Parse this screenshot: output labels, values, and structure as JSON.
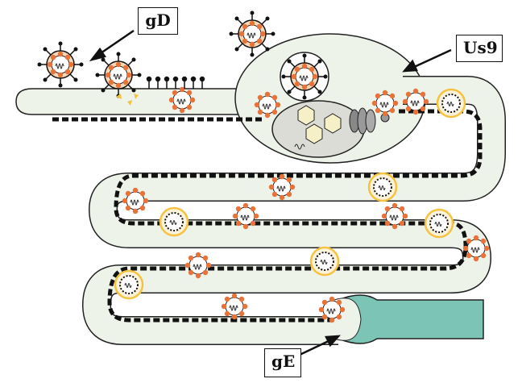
{
  "labels": {
    "gD": "gD",
    "Us9": "Us9",
    "gE": "gE"
  },
  "colors": {
    "cytoplasm": "#eef3ea",
    "membrane": "#222222",
    "nucleus": "#dcdcd6",
    "virion_core": "#f7d9b8",
    "spike_orange": "#e8733a",
    "envelope_yellow": "#f5c242",
    "microtubule": "#111111",
    "axon_terminal": "#7cc4b6",
    "capsid_hex": "#f6f0c8"
  },
  "icons": [
    "virion-icon",
    "enveloped-virion-icon",
    "capsid-icon",
    "golgi-icon",
    "nucleus-icon",
    "arrow-icon"
  ]
}
